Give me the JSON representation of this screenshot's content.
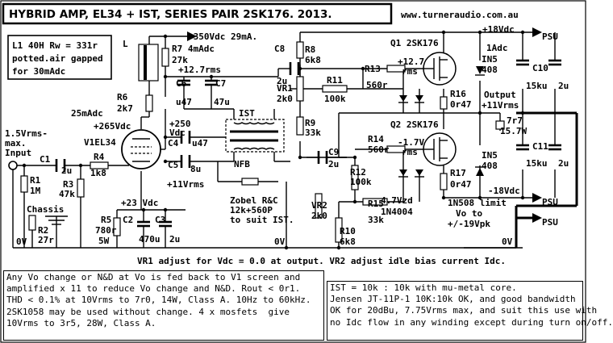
{
  "title": "HYBRID AMP, EL34 + IST, SERIES PAIR 2SK176. 2013.",
  "website": "www.turneraudio.com.au",
  "l1_box": [
    "L1 40H Rw = 331r",
    "potted.air gapped",
    "for 30mAdc"
  ],
  "supply": {
    "hv": "+350Vdc 29mA.",
    "pos18": "+18Vdc",
    "neg18": "-18Vdc",
    "psu": "PSU",
    "adc": "1Adc"
  },
  "labels": {
    "input1": "1.5Vrms-",
    "input2": "max.",
    "input3": "Input",
    "v1": "V1EL34",
    "chassis": "Chassis",
    "zero_v": "0V",
    "ma25": "25mAdc",
    "v265": "+265Vdc",
    "v250a": "+250",
    "v250b": "Vdc",
    "v23": "+23 Vdc",
    "rms12a": "+12.7rms",
    "rms11": "+11Vrms",
    "nfb": "NFB",
    "ist": "IST",
    "zobel1": "Zobel R&C",
    "zobel2": "12k+560P",
    "zobel3": "to suit IST.",
    "q1": "Q1 2SK176",
    "q2": "Q2 2SK176",
    "q1rms_a": "+12.7",
    "q1rms_b": "rms",
    "q2rms_a": "-1.7V",
    "q2rms_b": "rms",
    "vzd": "4.7Vzd",
    "diode": "1N4004",
    "limit1": "1N508 limit",
    "limit2": "Vo to",
    "limit3": "+/-19Vpk",
    "output": "Output",
    "out_vrms": "+11Vrms",
    "load": "7r7",
    "watts": "15.7W"
  },
  "parts": {
    "L1": "L1",
    "R1": [
      "R1",
      "1M"
    ],
    "C1": [
      "C1",
      "2u"
    ],
    "R4": [
      "R4",
      "1k8"
    ],
    "R3": [
      "R3",
      "47k"
    ],
    "R2": [
      "R2",
      "27r"
    ],
    "R5": [
      "R5",
      "780r",
      "5W"
    ],
    "C2": [
      "C2",
      "470u"
    ],
    "C3": [
      "C3",
      "2u"
    ],
    "R6": [
      "R6",
      "2k7"
    ],
    "R7": [
      "R7 4mAdc",
      "27k"
    ],
    "C6": [
      "C6",
      "u47"
    ],
    "C7": [
      "C7",
      "47u"
    ],
    "C4": [
      "C4",
      "u47"
    ],
    "C5": [
      "C5",
      "8u"
    ],
    "C8": [
      "C8",
      "2u"
    ],
    "R8": [
      "R8",
      "6k8"
    ],
    "VR1": [
      "VR1",
      "2k0"
    ],
    "R11": [
      "R11",
      "100k"
    ],
    "R9": [
      "R9",
      "33k"
    ],
    "C9": [
      "C9",
      "2u"
    ],
    "R12": [
      "R12",
      "100k"
    ],
    "VR2": [
      "VR2",
      "2k0"
    ],
    "R10": [
      "R10",
      "6k8"
    ],
    "R15": [
      "R15",
      "33k"
    ],
    "R13": [
      "R13",
      "560r"
    ],
    "R14": [
      "R14",
      "560r"
    ],
    "R16": [
      "R16",
      "0r47"
    ],
    "R17": [
      "R17",
      "0r47"
    ],
    "IN5a": [
      "IN5",
      "408"
    ],
    "IN5b": [
      "IN5",
      "408"
    ],
    "C10": [
      "C10",
      "15ku",
      "2u"
    ],
    "C11": [
      "C11",
      "15ku",
      "2u"
    ]
  },
  "adjust_line": "VR1 adjust for Vdc =  0.0 at output.   VR2 adjust idle bias current Idc.",
  "note_left": [
    "Any Vo change or N&D at Vo is fed back to V1 screen and",
    "amplified x 11 to reduce Vo change and N&D. Rout < 0r1.",
    "THD < 0.1% at 10Vrms to 7r0, 14W, Class A. 10Hz to 60kHz.",
    "2SK1058 may be used without change. 4 x mosfets  give",
    "10Vrms to 3r5, 28W, Class A."
  ],
  "note_right": [
    "IST = 10k : 10k with mu-metal core.",
    "Jensen JT-11P-1 10K:10k OK, and good bandwidth",
    "OK for 20dBu, 7.75Vrms max, and suit this use with",
    "no Idc flow in any winding except during turn on/off."
  ]
}
